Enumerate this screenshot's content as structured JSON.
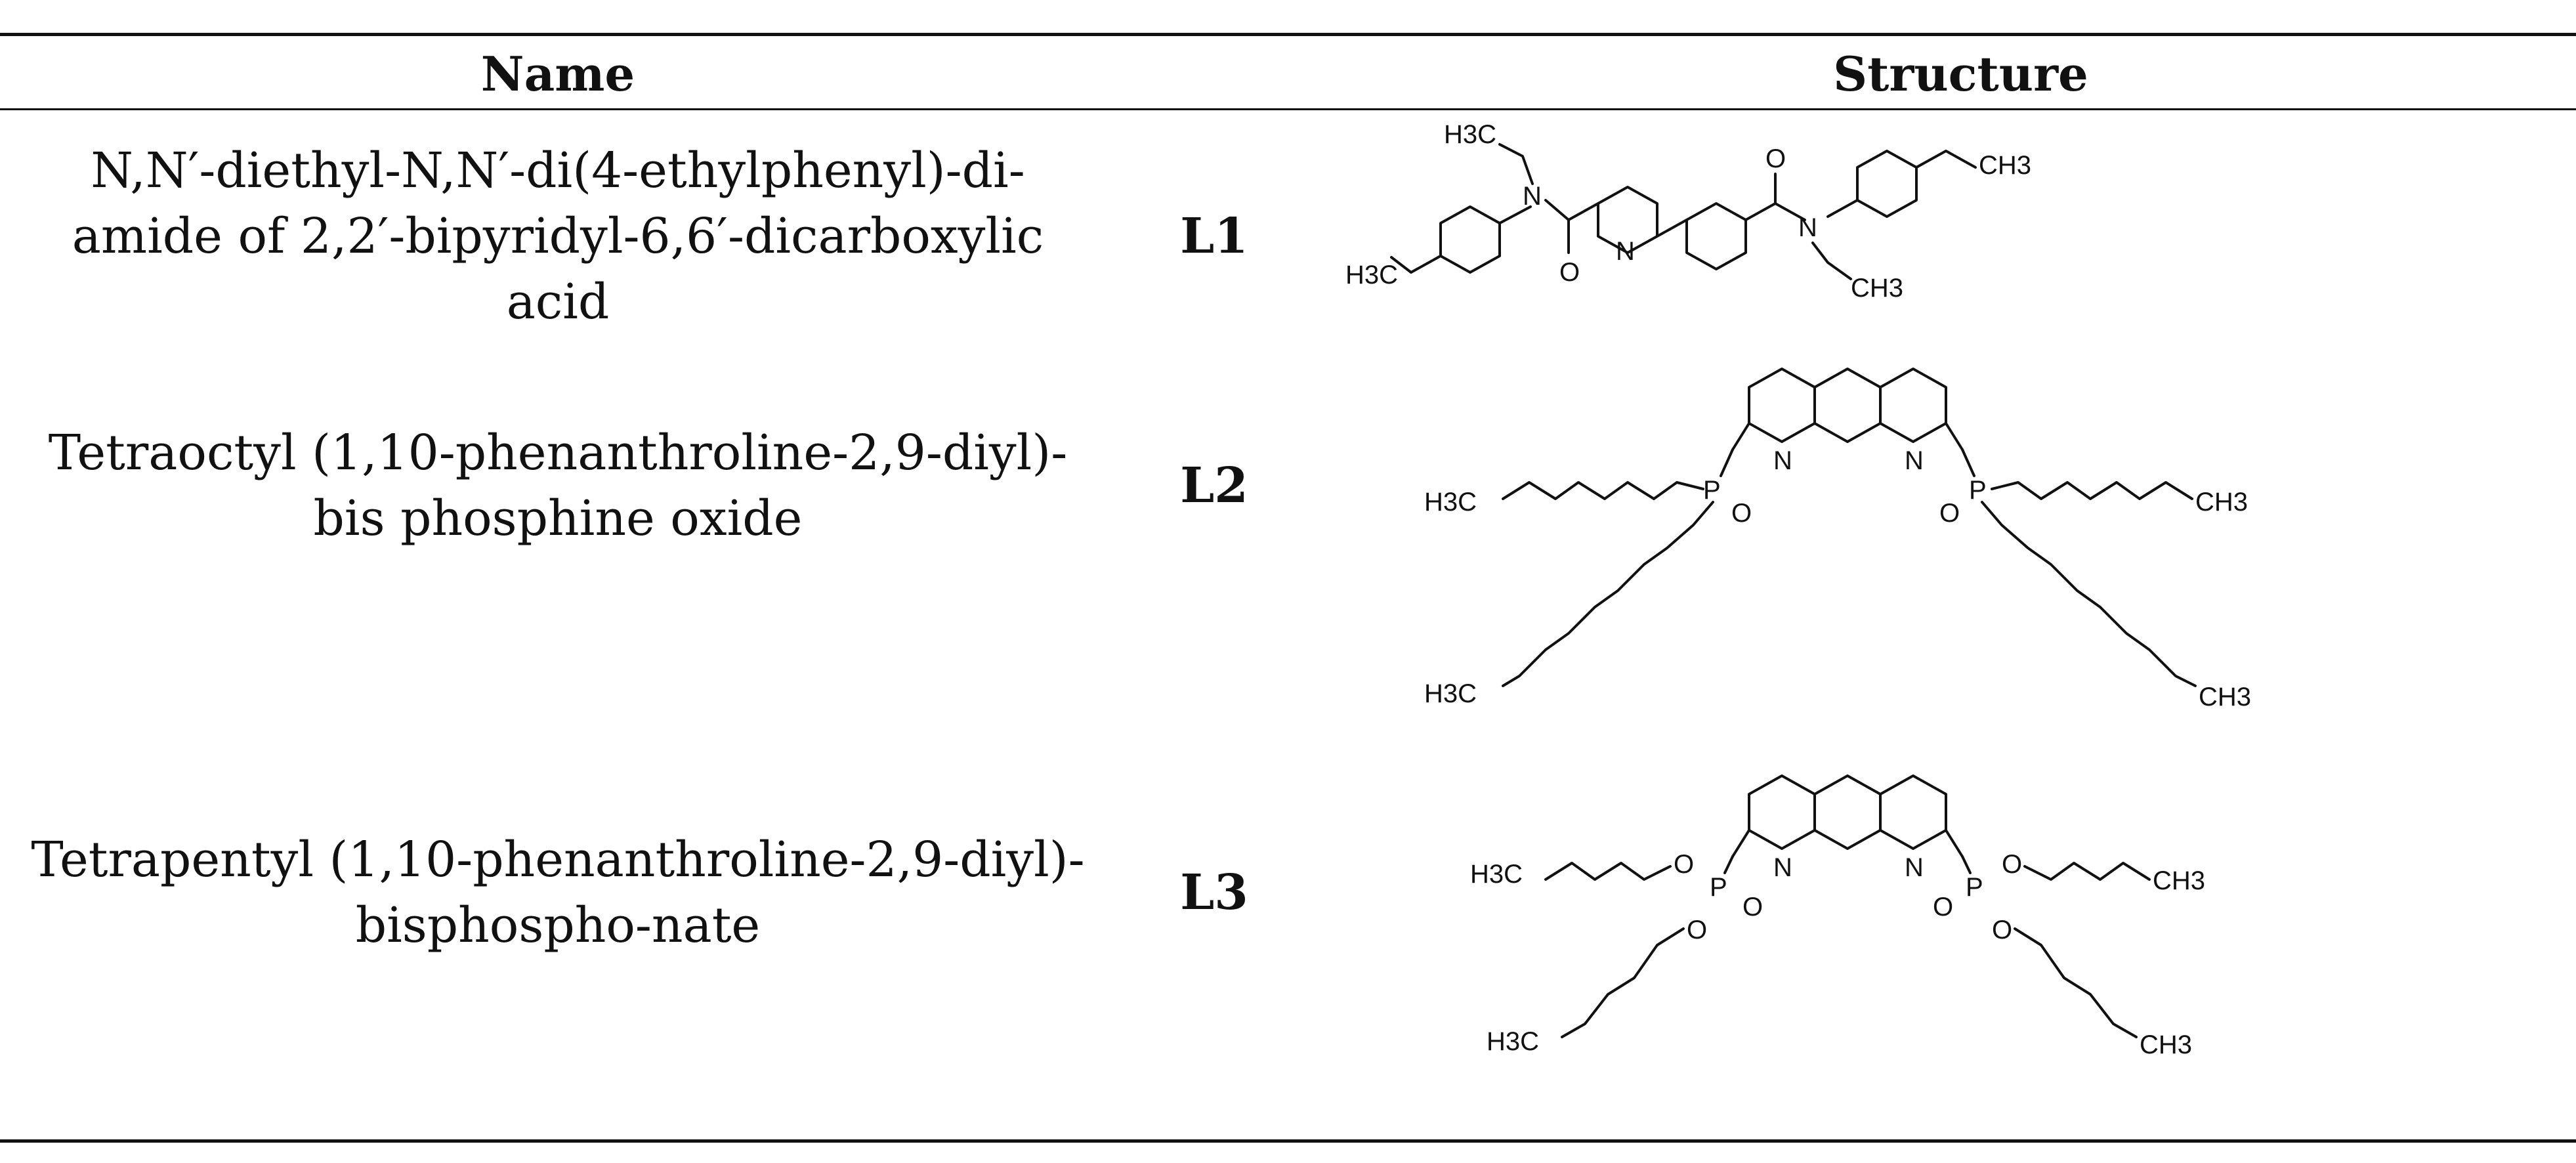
{
  "header": {
    "name": "Name",
    "structure": "Structure"
  },
  "rows": [
    {
      "name_lines": [
        "N,N′-diethyl-N,N′-di(4-ethylphenyl)-di-",
        "amide of 2,2′-bipyridyl-6,6′-dicarboxylic",
        "acid"
      ],
      "id": "L1",
      "atoms": {
        "ch3_a": "H3C",
        "ch3_b": "CH3",
        "ch3_c": "H3C",
        "ch3_d": "CH3",
        "n_amide": "N",
        "n_ring": "N",
        "o": "O"
      }
    },
    {
      "name_lines": [
        "Tetraoctyl (1,10-phenanthroline-2,9-diyl)-",
        "bis phosphine oxide"
      ],
      "id": "L2",
      "atoms": {
        "ch3_a": "H3C",
        "ch3_b": "CH3",
        "ch3_c": "H3C",
        "ch3_d": "CH3",
        "n_ring": "N",
        "p": "P",
        "o": "O"
      }
    },
    {
      "name_lines": [
        "Tetrapentyl (1,10-phenanthroline-2,9-diyl)-",
        "bisphospho-nate"
      ],
      "id": "L3",
      "atoms": {
        "ch3_a": "H3C",
        "ch3_b": "CH3",
        "ch3_c": "H3C",
        "ch3_d": "CH3",
        "n_ring": "N",
        "p": "P",
        "o": "O"
      }
    }
  ]
}
